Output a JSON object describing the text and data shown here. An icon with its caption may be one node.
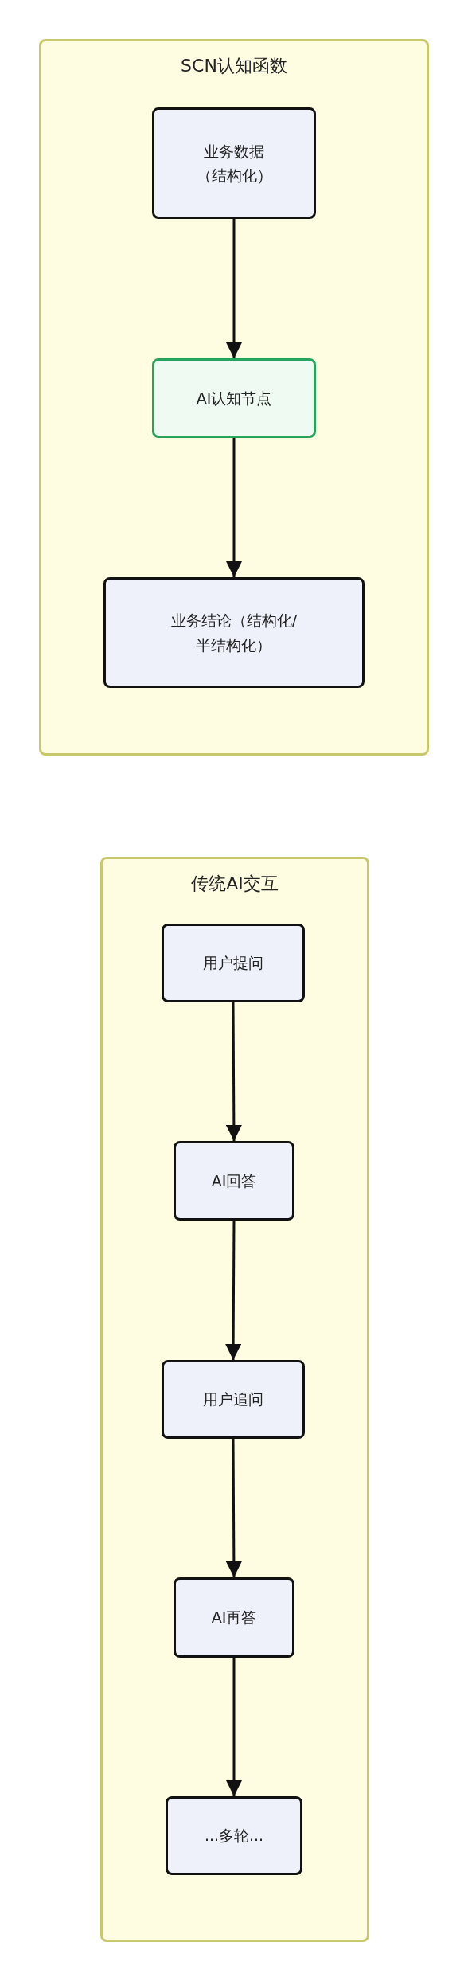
{
  "diagram": {
    "nodes": [
      {
        "text": [
          "SCN认知函数"
        ]
      },
      {
        "text": [
          "业务数据（结构化）"
        ],
        "in": 0
      },
      {
        "text": [
          "AI认知节点"
        ],
        "in": 0
      },
      {
        "text": [
          "业务结论（结构化/半结构化）"
        ],
        "in": 0
      },
      {
        "text": [
          "传统AI交互"
        ]
      },
      {
        "text": [
          "用户提问"
        ],
        "in": 4
      },
      {
        "text": [
          "AI回答"
        ],
        "in": 4
      },
      {
        "text": [
          "用户追问"
        ],
        "in": 4
      },
      {
        "text": [
          "AI再答"
        ],
        "in": 4
      },
      {
        "text": [
          "...多轮..."
        ],
        "in": 4
      }
    ],
    "edges": [
      {
        "from": 1,
        "to": 2,
        "arrow": "to"
      },
      {
        "from": 2,
        "to": 3,
        "arrow": "to"
      },
      {
        "from": 5,
        "to": 6,
        "arrow": "to"
      },
      {
        "from": 6,
        "to": 7,
        "arrow": "to"
      },
      {
        "from": 7,
        "to": 8,
        "arrow": "to"
      },
      {
        "from": 8,
        "to": 9,
        "arrow": "to"
      }
    ]
  }
}
